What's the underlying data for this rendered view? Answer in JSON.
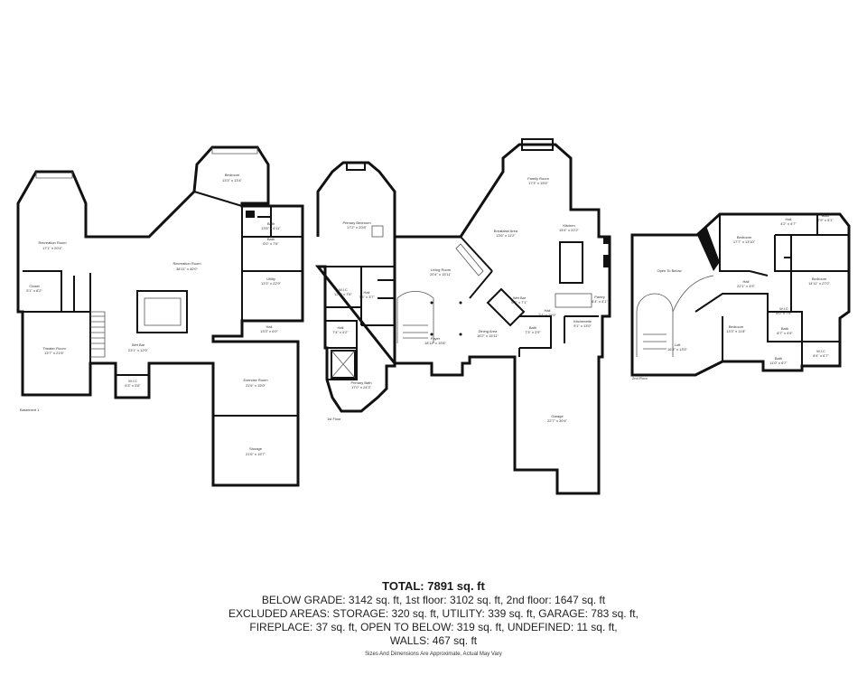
{
  "floors": [
    {
      "id": "basement",
      "label": "Basement 1",
      "rooms": [
        {
          "name": "Recreation Room",
          "dims": "17'1\" x 20'4\""
        },
        {
          "name": "Recreation Room",
          "dims": "38'11\" x 40'0\""
        },
        {
          "name": "Bedroom",
          "dims": "13'3\" x 13'4\""
        },
        {
          "name": "Bath",
          "dims": "13'5\" x 6'11\""
        },
        {
          "name": "Bath",
          "dims": "6'0\" x 7'6\""
        },
        {
          "name": "Utility",
          "dims": "13'3\" x 22'9\""
        },
        {
          "name": "Hall",
          "dims": "13'3\" x 6'0\""
        },
        {
          "name": "Closet",
          "dims": "5'1\" x 8'2\""
        },
        {
          "name": "Theater Room",
          "dims": "13'7\" x 21'6\""
        },
        {
          "name": "Wet Bar",
          "dims": "23'1\" x 12'0\""
        },
        {
          "name": "W.I.C",
          "dims": "6'3\" x 5'6\""
        },
        {
          "name": "Exercise Room",
          "dims": "21'6\" x 15'0\""
        },
        {
          "name": "Storage",
          "dims": "21'6\" x 15'7\""
        }
      ]
    },
    {
      "id": "first",
      "label": "1st Floor",
      "rooms": [
        {
          "name": "Primary Bedroom",
          "dims": "17'2\" x 20'8\""
        },
        {
          "name": "Hall",
          "dims": "7'9\" x 3'7\""
        },
        {
          "name": "W.I.C",
          "dims": "12'1\" x 7'6\""
        },
        {
          "name": "Hall",
          "dims": "7'4\" x 4'2\""
        },
        {
          "name": "Primary Bath",
          "dims": "17'0\" x 24'3\""
        },
        {
          "name": "Living Room",
          "dims": "20'4\" x 15'11\""
        },
        {
          "name": "Foyer",
          "dims": "18'11\" x 19'8\""
        },
        {
          "name": "Dining Area",
          "dims": "16'2\" x 15'11\""
        },
        {
          "name": "Breakfast Area",
          "dims": "13'6\" x 11'2\""
        },
        {
          "name": "Family Room",
          "dims": "17'3\" x 15'6\""
        },
        {
          "name": "Kitchen",
          "dims": "15'4\" x 22'2\""
        },
        {
          "name": "Wet Bar",
          "dims": "5'3\" x 7'1\""
        },
        {
          "name": "Hall",
          "dims": "7'4\" x 15'0\""
        },
        {
          "name": "Bath",
          "dims": "7'3\" x 2'9\""
        },
        {
          "name": "Kitchenette",
          "dims": "9'1\" x 13'0\""
        },
        {
          "name": "Pantry",
          "dims": "6'4\" x 4'1\""
        },
        {
          "name": "Garage",
          "dims": "22'7\" x 30'4\""
        }
      ]
    },
    {
      "id": "second",
      "label": "2nd Floor",
      "rooms": [
        {
          "name": "Bedroom",
          "dims": "17'7\" x 13'10\""
        },
        {
          "name": "Hall",
          "dims": "4'2\" x 4'7\""
        },
        {
          "name": "Bath",
          "dims": "7'9\" x 5'1\""
        },
        {
          "name": "Open To Below",
          "dims": ""
        },
        {
          "name": "Hall",
          "dims": "22'1\" x 4'9\""
        },
        {
          "name": "Bedroom",
          "dims": "14'11\" x 27'0\""
        },
        {
          "name": "W.I.C",
          "dims": "8'0\" x 7'9\""
        },
        {
          "name": "Bath",
          "dims": "8'7\" x 4'9\""
        },
        {
          "name": "Bedroom",
          "dims": "13'3\" x 11'8\""
        },
        {
          "name": "W.I.C",
          "dims": "8'4\" x 6'7\""
        },
        {
          "name": "Bath",
          "dims": "11'0\" x 6'7\""
        },
        {
          "name": "Loft",
          "dims": "16'3\" x 13'5\""
        }
      ]
    }
  ],
  "totals": {
    "title": "TOTAL: 7891 sq. ft",
    "lines": [
      "BELOW GRADE: 3142 sq. ft, 1st floor: 3102 sq. ft, 2nd floor: 1647 sq. ft",
      "EXCLUDED AREAS: STORAGE: 320 sq. ft, UTILITY: 339 sq. ft, GARAGE: 783 sq. ft,",
      "FIREPLACE: 37 sq. ft, OPEN TO BELOW: 319 sq. ft, UNDEFINED: 11 sq. ft,",
      "WALLS: 467 sq. ft"
    ],
    "disclaimer": "Sizes And Dimensions Are Approximate, Actual May Vary"
  }
}
